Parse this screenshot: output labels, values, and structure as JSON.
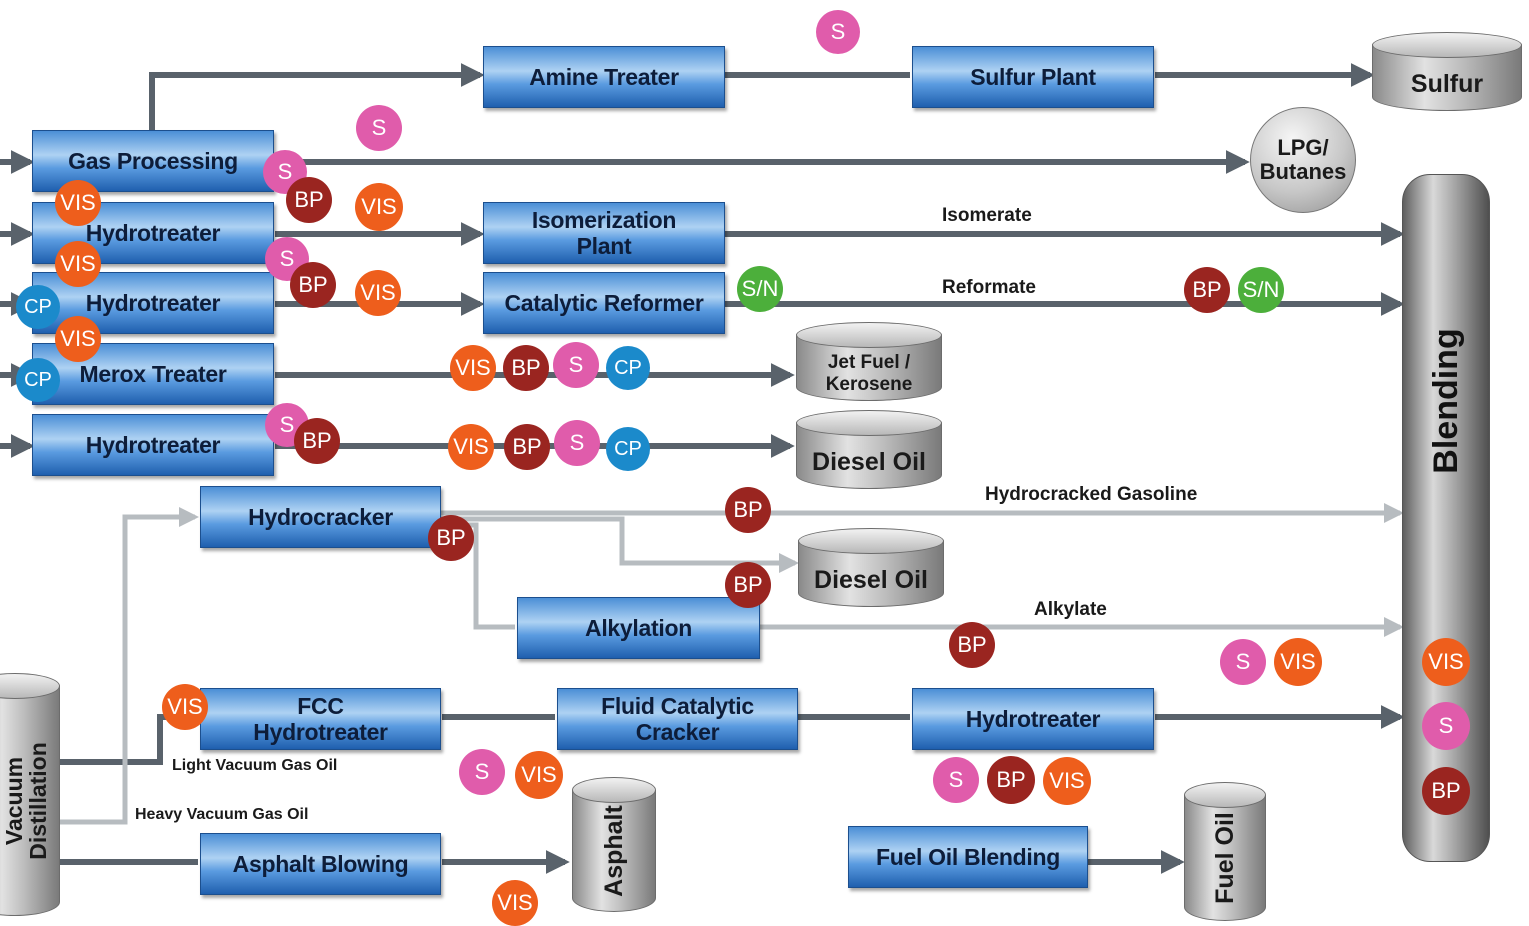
{
  "units": {
    "amine_treater": "Amine Treater",
    "sulfur_plant": "Sulfur Plant",
    "gas_processing": "Gas Processing",
    "hydrotreater_1": "Hydrotreater",
    "isomerization_plant": "Isomerization\nPlant",
    "hydrotreater_2": "Hydrotreater",
    "catalytic_reformer": "Catalytic Reformer",
    "merox_treater": "Merox Treater",
    "hydrotreater_3": "Hydrotreater",
    "hydrocracker": "Hydrocracker",
    "alkylation": "Alkylation",
    "fcc_hydrotreater": "FCC\nHydrotreater",
    "fluid_catalytic_cracker": "Fluid Catalytic\nCracker",
    "hydrotreater_4": "Hydrotreater",
    "asphalt_blowing": "Asphalt Blowing",
    "fuel_oil_blending": "Fuel Oil Blending"
  },
  "tanks": {
    "sulfur": "Sulfur",
    "lpg_butanes": "LPG/\nButanes",
    "jet_fuel": "Jet Fuel /\nKerosene",
    "diesel_oil_1": "Diesel Oil",
    "diesel_oil_2": "Diesel Oil",
    "asphalt": "Asphalt",
    "fuel_oil": "Fuel Oil",
    "vacuum_distillation": "Vacuum\nDistillation",
    "blending": "Blending"
  },
  "flows": {
    "isomerate": "Isomerate",
    "reformate": "Reformate",
    "hydrocracked_gasoline": "Hydrocracked Gasoline",
    "alkylate": "Alkylate",
    "light_vacuum_gas_oil": "Light Vacuum Gas Oil",
    "heavy_vacuum_gas_oil": "Heavy Vacuum Gas Oil"
  },
  "badges": {
    "s_top": "S",
    "s_gas": "S",
    "s_gas2": "S",
    "bp_gas": "BP",
    "vis_gas": "VIS",
    "vis_ht1": "VIS",
    "vis_ht1b": "VIS",
    "s_ht2": "S",
    "bp_ht2": "BP",
    "vis_ht2": "VIS",
    "cp_ht2": "CP",
    "sn_cr": "S/N",
    "bp_ref": "BP",
    "sn_ref": "S/N",
    "vis_merox": "VIS",
    "cp_merox": "CP",
    "vis_jet": "VIS",
    "bp_jet": "BP",
    "s_jet": "S",
    "cp_jet": "CP",
    "s_ht3": "S",
    "bp_ht3": "BP",
    "vis_diesel": "VIS",
    "bp_diesel": "BP",
    "s_diesel": "S",
    "cp_diesel": "CP",
    "bp_hc": "BP",
    "bp_hcg": "BP",
    "bp_d2": "BP",
    "bp_alk": "BP",
    "s_alk": "S",
    "vis_alk": "VIS",
    "vis_blend": "VIS",
    "s_blend": "S",
    "bp_blend": "BP",
    "vis_fcch": "VIS",
    "s_fcc": "S",
    "vis_fcc": "VIS",
    "s_ht4": "S",
    "bp_ht4": "BP",
    "vis_ht4": "VIS",
    "vis_asph": "VIS"
  },
  "badge_colors": {
    "S": "#e05cab",
    "BP": "#9a2520",
    "VIS": "#ee5e1c",
    "CP": "#1b8acb",
    "S/N": "#4caf3b"
  }
}
